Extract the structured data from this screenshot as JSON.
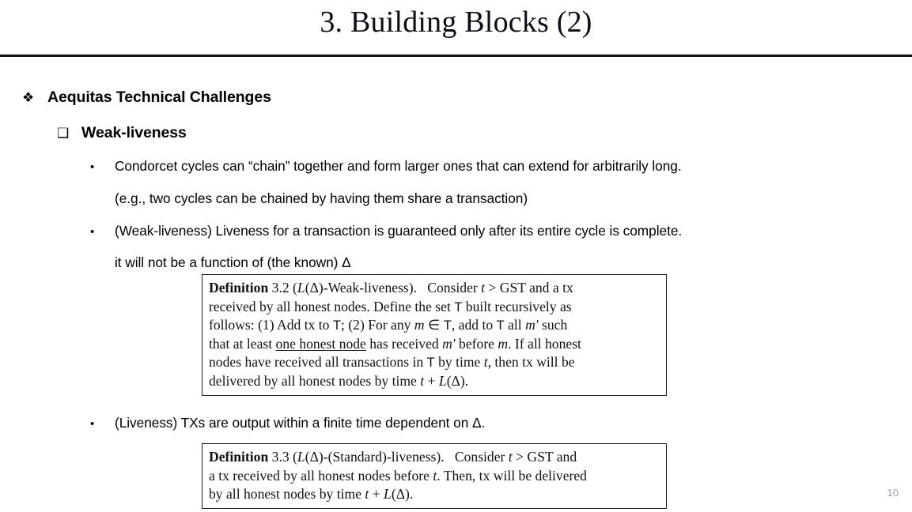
{
  "slide": {
    "title": "3. Building Blocks (2)",
    "page_number": "10"
  },
  "bullets": {
    "level1": {
      "marker": "diamond-bullet",
      "marker_glyph": "❖",
      "text": "Aequitas Technical Challenges"
    },
    "level2": {
      "marker": "hollow-square-bullet",
      "marker_glyph": "❑",
      "text": "Weak-liveness"
    },
    "items": [
      {
        "marker_glyph": "•",
        "text": "Condorcet cycles can “chain” together and form larger ones that can extend for arbitrarily long.",
        "continuation": "(e.g., two cycles can be chained by having them share a transaction)"
      },
      {
        "marker_glyph": "•",
        "text": "(Weak-liveness) Liveness for a transaction is guaranteed only after its entire cycle is complete.",
        "continuation": "it will not be a function of (the known) Δ"
      },
      {
        "marker_glyph": "•",
        "text": " (Liveness) TXs are output within a finite time dependent on Δ.",
        "continuation": ""
      }
    ]
  },
  "definitions": [
    {
      "name": "definition-3-2",
      "lines": [
        {
          "parts": [
            {
              "t": "Definition",
              "style": "bold"
            },
            {
              "t": " 3.2 (",
              "style": "normal"
            },
            {
              "t": "L",
              "style": "italic"
            },
            {
              "t": "(Δ)-Weak-liveness).  Consider ",
              "style": "normal"
            },
            {
              "t": "t",
              "style": "italic"
            },
            {
              "t": " > GST and a tx",
              "style": "normal"
            }
          ]
        },
        {
          "parts": [
            {
              "t": "received by all honest nodes. Define the set ",
              "style": "normal"
            },
            {
              "t": "T",
              "style": "sans"
            },
            {
              "t": " built recursively as",
              "style": "normal"
            }
          ]
        },
        {
          "parts": [
            {
              "t": "follows: (1) Add tx to ",
              "style": "normal"
            },
            {
              "t": "T",
              "style": "sans"
            },
            {
              "t": "; (2) For any ",
              "style": "normal"
            },
            {
              "t": "m",
              "style": "italic"
            },
            {
              "t": " ∈ ",
              "style": "normal"
            },
            {
              "t": "T",
              "style": "sans"
            },
            {
              "t": ", add to ",
              "style": "normal"
            },
            {
              "t": "T",
              "style": "sans"
            },
            {
              "t": " all ",
              "style": "normal"
            },
            {
              "t": "m′",
              "style": "italic"
            },
            {
              "t": " such",
              "style": "normal"
            }
          ]
        },
        {
          "parts": [
            {
              "t": "that at least ",
              "style": "normal"
            },
            {
              "t": "one honest node",
              "style": "underline"
            },
            {
              "t": " has received ",
              "style": "normal"
            },
            {
              "t": "m′",
              "style": "italic"
            },
            {
              "t": " before ",
              "style": "normal"
            },
            {
              "t": "m",
              "style": "italic"
            },
            {
              "t": ". If all honest",
              "style": "normal"
            }
          ]
        },
        {
          "parts": [
            {
              "t": "nodes have received all transactions in ",
              "style": "normal"
            },
            {
              "t": "T",
              "style": "sans"
            },
            {
              "t": " by time ",
              "style": "normal"
            },
            {
              "t": "t",
              "style": "italic"
            },
            {
              "t": ", then tx will be",
              "style": "normal"
            }
          ]
        },
        {
          "parts": [
            {
              "t": "delivered by all honest nodes by time ",
              "style": "normal"
            },
            {
              "t": "t",
              "style": "italic"
            },
            {
              "t": " + ",
              "style": "normal"
            },
            {
              "t": "L",
              "style": "italic"
            },
            {
              "t": "(Δ).",
              "style": "normal"
            }
          ]
        }
      ]
    },
    {
      "name": "definition-3-3",
      "lines": [
        {
          "parts": [
            {
              "t": "Definition",
              "style": "bold"
            },
            {
              "t": " 3.3 (",
              "style": "normal"
            },
            {
              "t": "L",
              "style": "italic"
            },
            {
              "t": "(Δ)-(Standard)-liveness).  Consider ",
              "style": "normal"
            },
            {
              "t": "t",
              "style": "italic"
            },
            {
              "t": " > GST and",
              "style": "normal"
            }
          ]
        },
        {
          "parts": [
            {
              "t": "a tx received by all honest nodes before ",
              "style": "normal"
            },
            {
              "t": "t",
              "style": "italic"
            },
            {
              "t": ". Then, tx will be delivered",
              "style": "normal"
            }
          ]
        },
        {
          "parts": [
            {
              "t": "by all honest nodes by time ",
              "style": "normal"
            },
            {
              "t": "t",
              "style": "italic"
            },
            {
              "t": " + ",
              "style": "normal"
            },
            {
              "t": "L",
              "style": "italic"
            },
            {
              "t": "(Δ).",
              "style": "normal"
            }
          ]
        }
      ]
    }
  ]
}
